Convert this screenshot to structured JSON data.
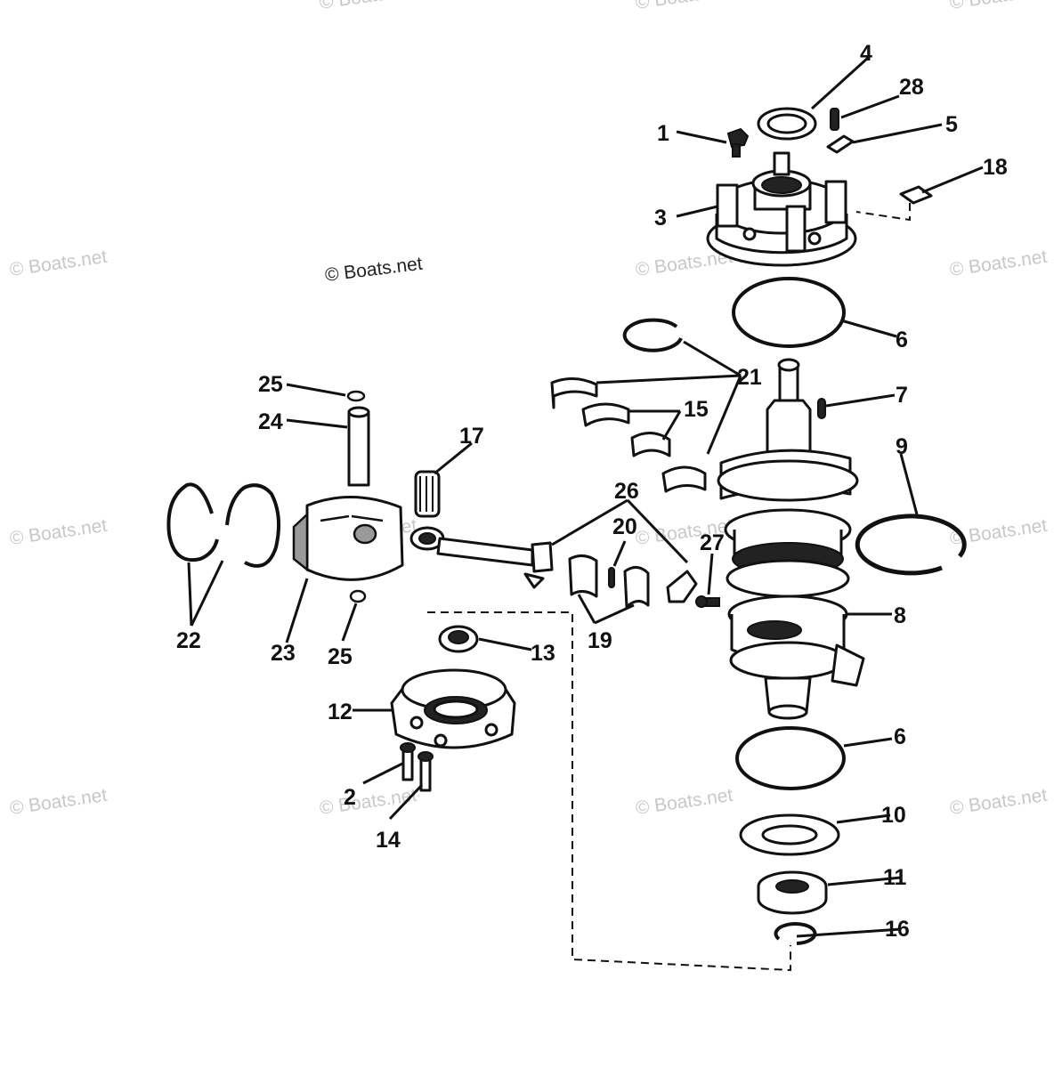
{
  "copyright": "© Boats.net",
  "watermark": "© Boats.net",
  "callouts": [
    "1",
    "2",
    "3",
    "4",
    "5",
    "6",
    "6",
    "7",
    "8",
    "9",
    "10",
    "11",
    "12",
    "13",
    "14",
    "15",
    "16",
    "17",
    "18",
    "19",
    "20",
    "21",
    "22",
    "23",
    "24",
    "25",
    "25",
    "26",
    "27",
    "28"
  ]
}
